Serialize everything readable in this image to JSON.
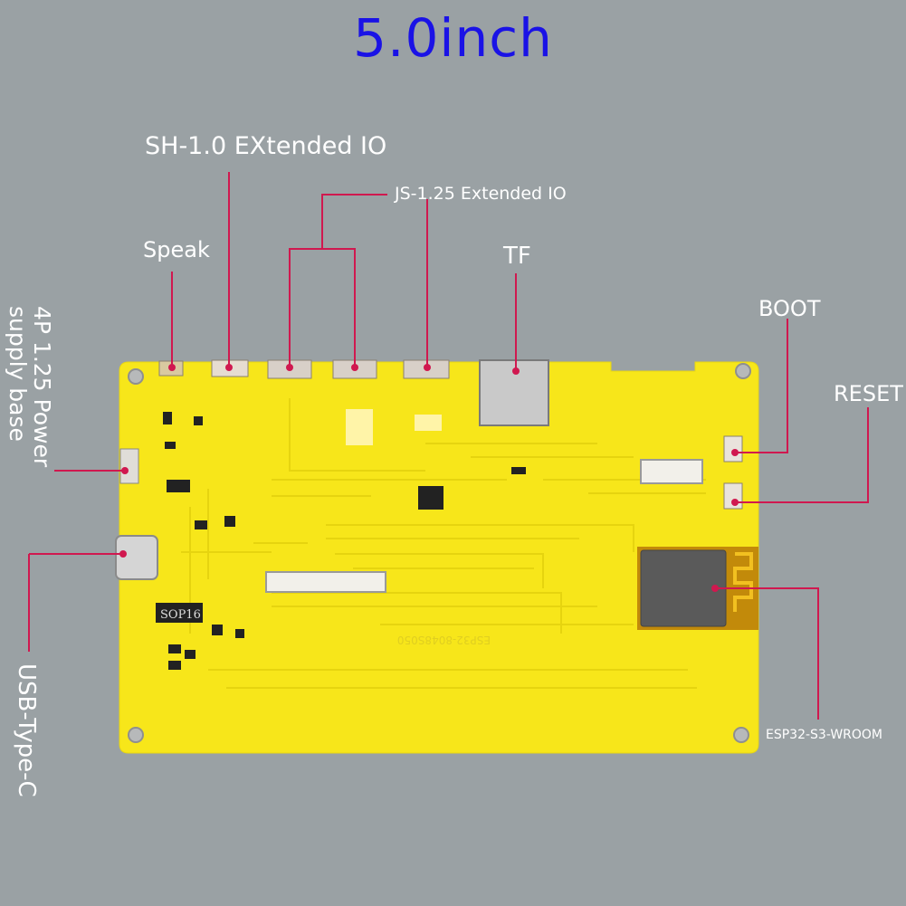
{
  "title": "5.0inch",
  "labels": {
    "sh_io": "SH-1.0 EXtended IO",
    "js_io": "JS-1.25 Extended IO",
    "speak": "Speak",
    "tf": "TF",
    "boot": "BOOT",
    "reset": "RESET",
    "power_line1": "4P 1.25 Power",
    "power_line2": "supply base",
    "usb": "USB-Type-C",
    "esp": "ESP32-S3-WROOM"
  },
  "board": {
    "chip_marking": "SOP16",
    "silkscreen": "ESP32-8048S050"
  },
  "colors": {
    "background": "#9aa1a4",
    "board": "#f7e61a",
    "callout": "#d0184f",
    "title": "#1a12e6"
  }
}
